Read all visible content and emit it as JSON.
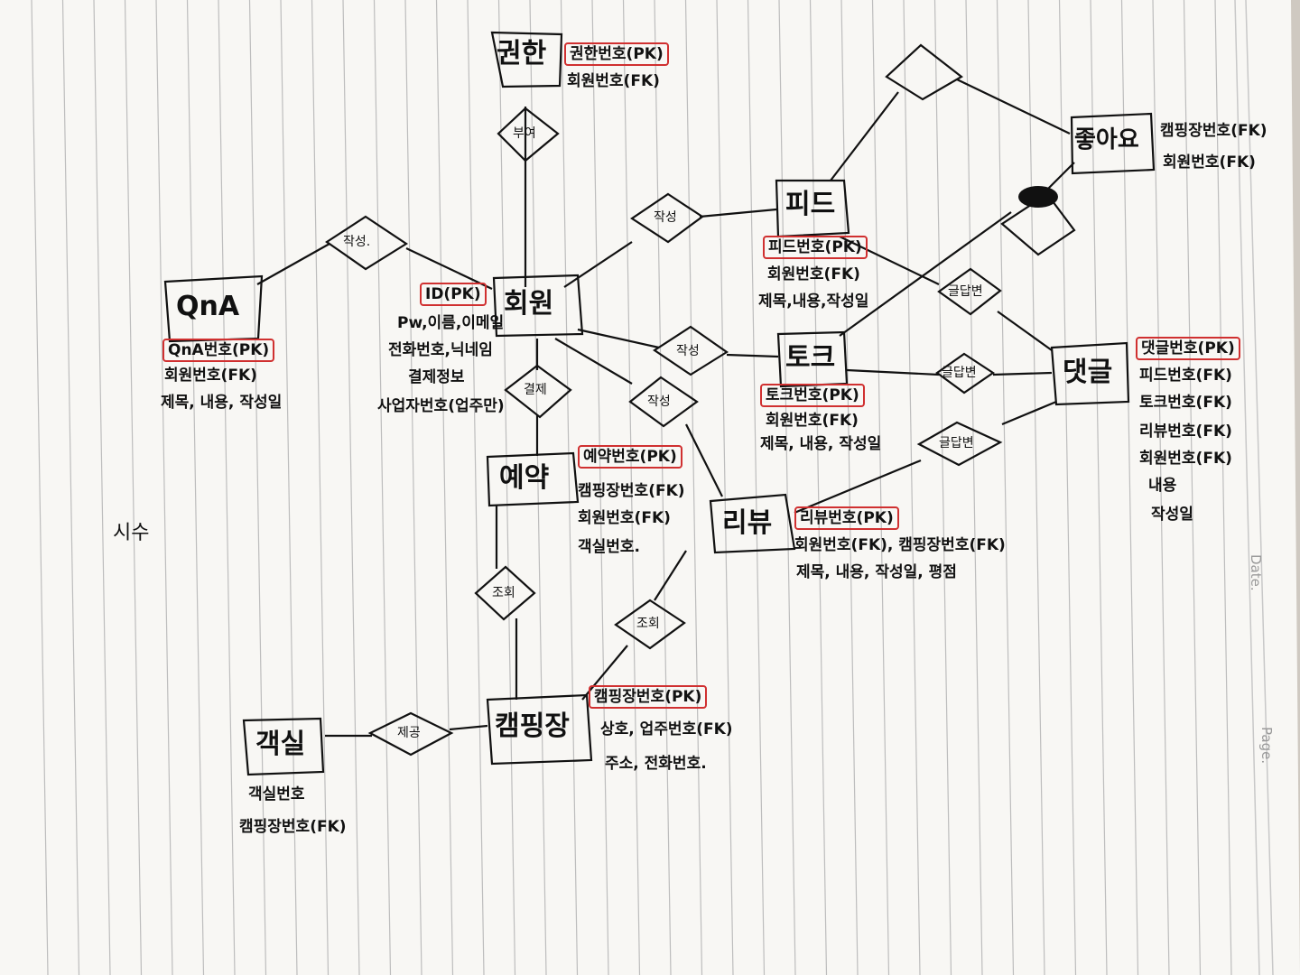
{
  "entities": {
    "permission": {
      "name": "권한",
      "attributes": [
        "권한번호(PK)",
        "회원번호(FK)"
      ]
    },
    "qna": {
      "name": "QnA",
      "attributes": [
        "QnA번호(PK)",
        "회원번호(FK)",
        "제목, 내용, 작성일"
      ]
    },
    "member": {
      "name": "회원",
      "attributes": [
        "ID(PK)",
        "Pw,이름,이메일",
        "전화번호,닉네임",
        "결제정보",
        "사업자번호(업주만)"
      ]
    },
    "feed": {
      "name": "피드",
      "attributes": [
        "피드번호(PK)",
        "회원번호(FK)",
        "제목,내용,작성일"
      ]
    },
    "like": {
      "name": "좋아요",
      "attributes": [
        "캠핑장번호(FK)",
        "회원번호(FK)"
      ]
    },
    "talk": {
      "name": "토크",
      "attributes": [
        "토크번호(PK)",
        "회원번호(FK)",
        "제목, 내용, 작성일"
      ]
    },
    "comment": {
      "name": "댓글",
      "attributes": [
        "댓글번호(PK)",
        "피드번호(FK)",
        "토크번호(FK)",
        "리뷰번호(FK)",
        "회원번호(FK)",
        "내용",
        "작성일"
      ]
    },
    "reservation": {
      "name": "예약",
      "attributes": [
        "예약번호(PK)",
        "캠핑장번호(FK)",
        "회원번호(FK)",
        "객실번호."
      ]
    },
    "review": {
      "name": "리뷰",
      "attributes": [
        "리뷰번호(PK)",
        "회원번호(FK), 캠핑장번호(FK)",
        "제목, 내용, 작성일, 평점"
      ]
    },
    "campsite": {
      "name": "캠핑장",
      "attributes": [
        "캠핑장번호(PK)",
        "상호, 업주번호(FK)",
        "주소, 전화번호."
      ]
    },
    "room": {
      "name": "객실",
      "attributes": [
        "객실번호",
        "캠핑장번호(FK)"
      ]
    }
  },
  "relationships": {
    "grant": "부여",
    "write_qna": "작성.",
    "write_feed": "작성",
    "write_talk": "작성",
    "write_review": "작성",
    "pay": "결제",
    "view_reservation": "조회",
    "view_review": "조회",
    "provide": "제공",
    "comment_feed": "글답변",
    "comment_talk": "글답변",
    "comment_review": "글답변"
  },
  "side_note": "시수",
  "margin_labels": {
    "date": "Date.",
    "page": "Page."
  },
  "colors": {
    "ink": "#111111",
    "pk_highlight": "#d03030",
    "paper": "#f8f7f4",
    "rule_line": "#b8b8b8"
  }
}
